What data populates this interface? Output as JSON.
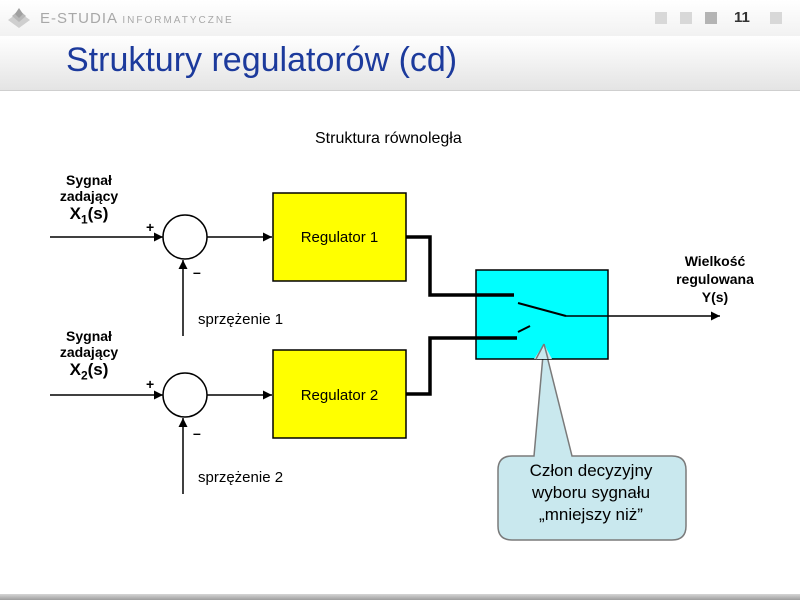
{
  "header": {
    "brand": "E-STUDIA",
    "brand_sub": "INFORMATYCZNE",
    "page_number": "11"
  },
  "slide": {
    "title": "Struktury regulatorów (cd)",
    "diagram_title": "Struktura równoległa"
  },
  "diagram": {
    "input1": {
      "line1": "Sygnał",
      "line2": "zadający",
      "symbol": "X",
      "subscript": "1",
      "arg": "(s)"
    },
    "input2": {
      "line1": "Sygnał",
      "line2": "zadający",
      "symbol": "X",
      "subscript": "2",
      "arg": "(s)"
    },
    "plus_sign": "+",
    "minus_sign": "–",
    "feedback1": "sprzężenie 1",
    "feedback2": "sprzężenie 2",
    "regulator1": "Regulator 1",
    "regulator2": "Regulator 2",
    "output": {
      "line1": "Wielkość",
      "line2": "regulowana",
      "line3": "Y(s)"
    },
    "callout": {
      "line1": "Człon decyzyjny",
      "line2": "wyboru sygnału",
      "line3": "„mniejszy niż”"
    }
  },
  "colors": {
    "title": "#1c3a9c",
    "regulator_fill": "#ffff00",
    "selector_fill": "#00ffff",
    "callout_fill": "#c9e8ee"
  }
}
